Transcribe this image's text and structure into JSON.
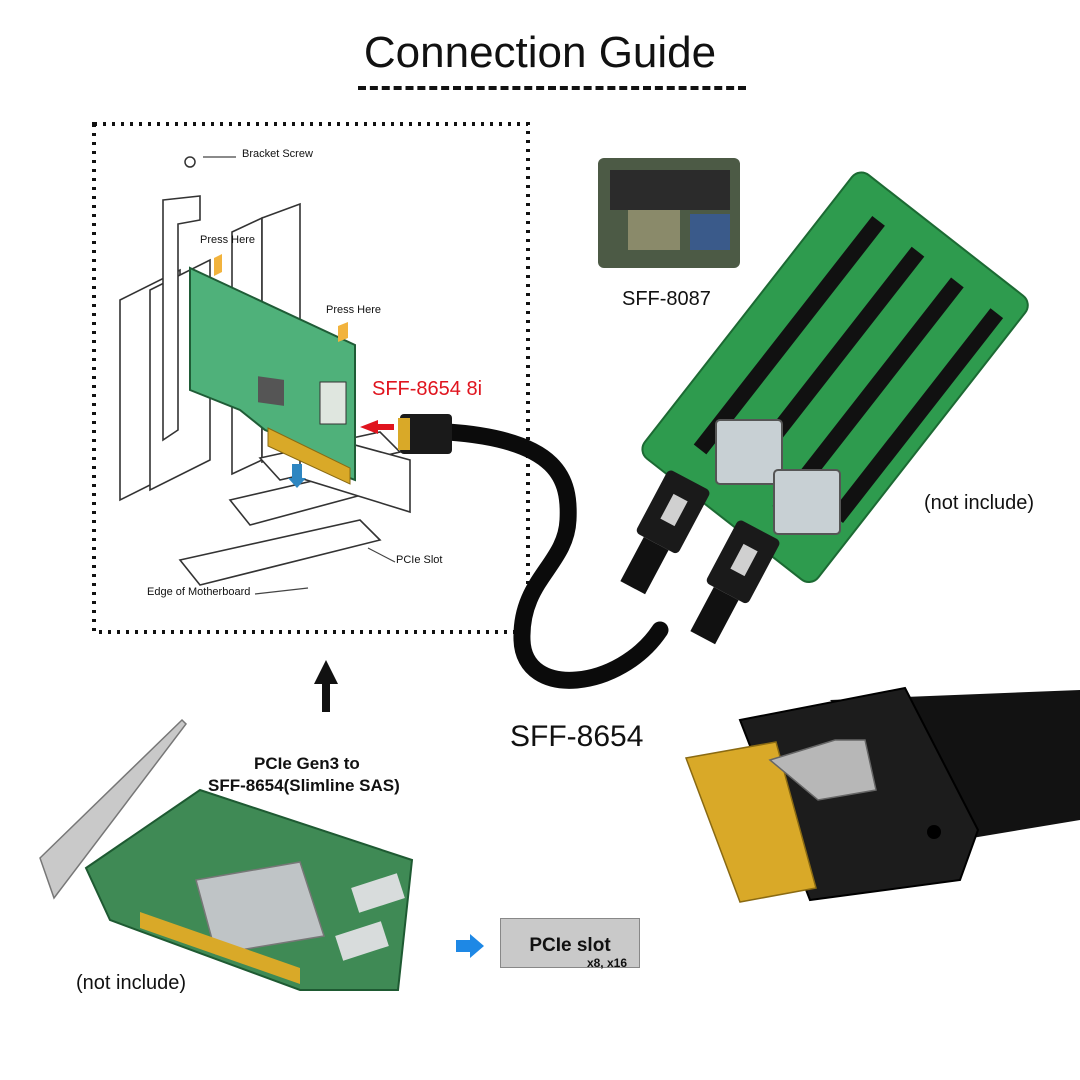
{
  "title": "Connection Guide",
  "diagram": {
    "bracket_screw": "Bracket Screw",
    "press_here_1": "Press Here",
    "press_here_2": "Press Here",
    "pcie_slot": "PCIe Slot",
    "edge_of_motherboard": "Edge of Motherboard"
  },
  "labels": {
    "sff8654_8i": "SFF-8654 8i",
    "sff8087": "SFF-8087",
    "not_include_right": "(not include)",
    "sff8654": "SFF-8654",
    "card_title_1": "PCIe Gen3 to",
    "card_title_2": "SFF-8654(Slimline SAS)",
    "not_include_left": "(not include)",
    "pcie_slot_tag": "PCIe slot",
    "pcie_slot_sub": "x8, x16"
  },
  "colors": {
    "accent_red": "#e0141e",
    "pcb_green": "#2f8f4a",
    "arrow_blue": "#1e88e5",
    "cable_black": "#0b0b0b",
    "gold": "#d9a928"
  },
  "icons": [
    "up-arrow-icon",
    "right-arrow-icon",
    "red-pointer-arrow-icon"
  ]
}
